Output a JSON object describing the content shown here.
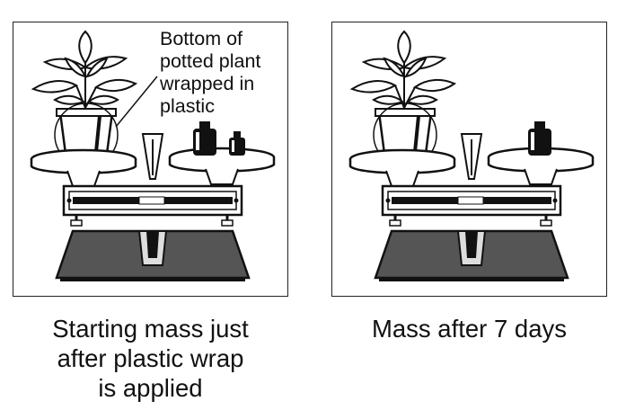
{
  "left_panel": {
    "callout_lines": [
      "Bottom of",
      "potted plant",
      "wrapped in",
      "plastic"
    ],
    "caption_lines": [
      "Starting mass just",
      "after plastic wrap",
      "is applied"
    ]
  },
  "right_panel": {
    "caption_lines": [
      "Mass after 7 days"
    ]
  },
  "colors": {
    "ink": "#111111",
    "dark_gray": "#555555",
    "light_gray": "#dddddd"
  }
}
